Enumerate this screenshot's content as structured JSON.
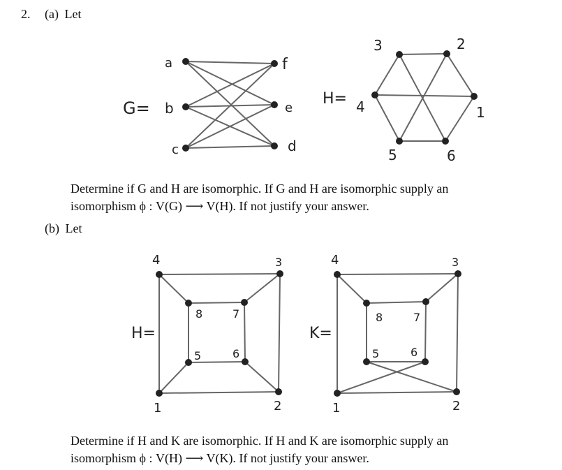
{
  "problem": {
    "number": "2.",
    "part_a": {
      "label": "(a)",
      "intro": "Let",
      "graph_g": {
        "name_label": "G=",
        "vertices": [
          "a",
          "b",
          "c",
          "d",
          "e",
          "f"
        ]
      },
      "graph_h": {
        "name_label": "H=",
        "vertices": [
          "1",
          "2",
          "3",
          "4",
          "5",
          "6"
        ]
      },
      "question_line1": "Determine if G and H are isomorphic. If G and H are isomorphic supply an",
      "question_line2": "isomorphism ϕ : V(G) ⟶ V(H). If not justify your answer."
    },
    "part_b": {
      "label": "(b)",
      "intro": "Let",
      "graph_h": {
        "name_label": "H=",
        "vertices": [
          "1",
          "2",
          "3",
          "4",
          "5",
          "6",
          "7",
          "8"
        ]
      },
      "graph_k": {
        "name_label": "K=",
        "vertices": [
          "1",
          "2",
          "3",
          "4",
          "5",
          "6",
          "7",
          "8"
        ]
      },
      "question_line1": "Determine if H and K are isomorphic. If H and K are isomorphic supply an",
      "question_line2": "isomorphism ϕ : V(H) ⟶ V(K). If not justify your answer."
    }
  },
  "colors": {
    "edge": "#666666",
    "vertex": "#222222",
    "text": "#111111"
  }
}
